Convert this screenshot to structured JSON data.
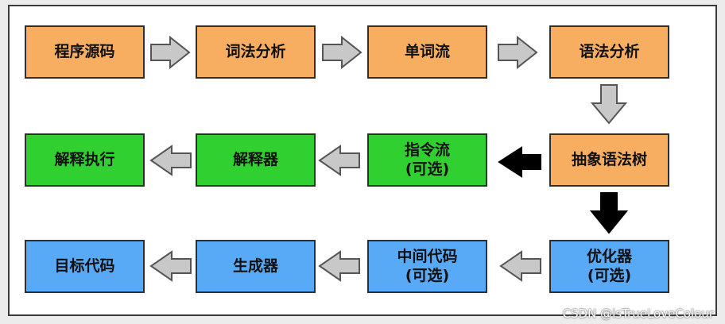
{
  "nodes": {
    "source": {
      "l1": "程序源码",
      "l2": ""
    },
    "lexer": {
      "l1": "词法分析",
      "l2": ""
    },
    "tokens": {
      "l1": "单词流",
      "l2": ""
    },
    "parser": {
      "l1": "语法分析",
      "l2": ""
    },
    "ast": {
      "l1": "抽象语法树",
      "l2": ""
    },
    "instr": {
      "l1": "指令流",
      "l2": "(可选)"
    },
    "interp": {
      "l1": "解释器",
      "l2": ""
    },
    "exec": {
      "l1": "解释执行",
      "l2": ""
    },
    "optimizer": {
      "l1": "优化器",
      "l2": "(可选)"
    },
    "ir": {
      "l1": "中间代码",
      "l2": "(可选)"
    },
    "generator": {
      "l1": "生成器",
      "l2": ""
    },
    "target": {
      "l1": "目标代码",
      "l2": ""
    }
  },
  "colors": {
    "orange": "#f8ae61",
    "green": "#2fd02f",
    "blue": "#58a9f6",
    "arrow_gray": "#c8c8c8",
    "arrow_black": "#000000"
  },
  "watermark": "CSDN @isTrueLoveColour"
}
